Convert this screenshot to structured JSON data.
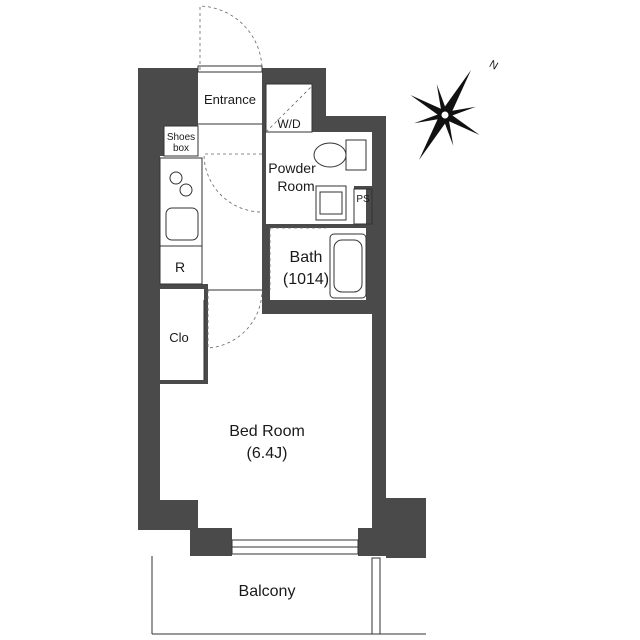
{
  "rooms": {
    "entrance": "Entrance",
    "wd": "W/D",
    "shoes_line1": "Shoes",
    "shoes_line2": "box",
    "powder_line1": "Powder",
    "powder_line2": "Room",
    "ps": "PS",
    "bath_name": "Bath",
    "bath_size": "(1014)",
    "fridge": "R",
    "closet": "Clo",
    "bedroom_name": "Bed Room",
    "bedroom_size": "(6.4J)",
    "balcony": "Balcony"
  },
  "compass": {
    "north_letter": "N"
  },
  "colors": {
    "wall": "#4a4a4a",
    "line": "#333333"
  }
}
